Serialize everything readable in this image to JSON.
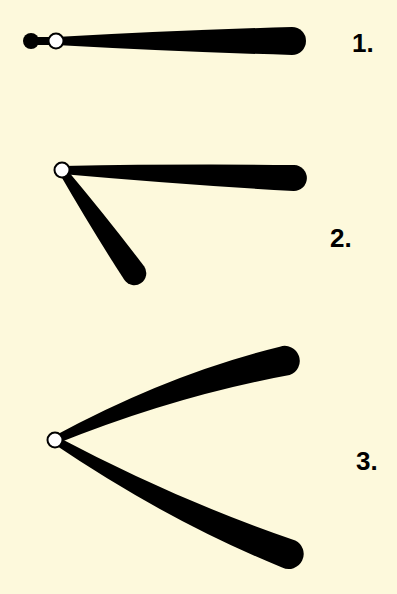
{
  "diagram": {
    "labels": [
      "1.",
      "2.",
      "3."
    ]
  }
}
